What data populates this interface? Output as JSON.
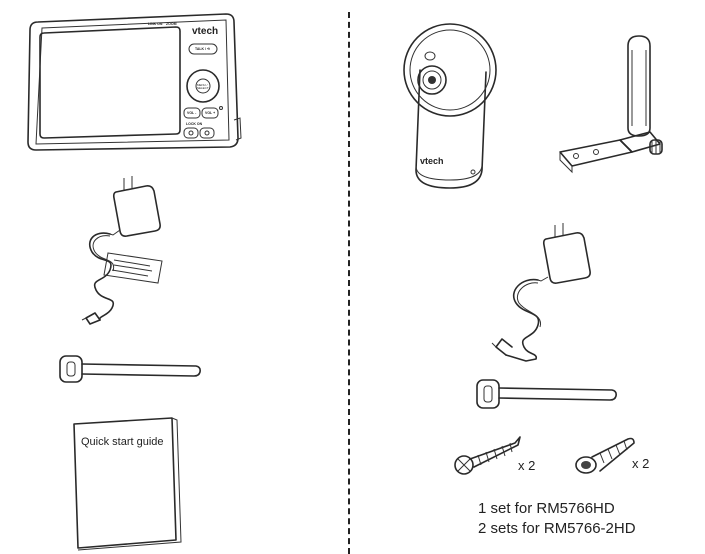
{
  "left": {
    "monitor": {
      "brand": "vtech",
      "top_labels": [
        "LINK ON",
        "ZOOM"
      ],
      "buttons": {
        "talk": "TALK / ⟲",
        "menu": "MENU / SELECT",
        "vol_minus": "VOL -",
        "vol_plus": "VOL +",
        "lockdown": "LOCK ON",
        "power_icon": "power-icon",
        "zoom_icon": "zoom-icon"
      }
    },
    "guide_title": "Quick start  guide"
  },
  "right": {
    "camera_brand": "vtech",
    "screw_qty": "x 2",
    "anchor_qty": "x 2",
    "sets_line1": "1 set for RM5766HD",
    "sets_line2": "2 sets for RM5766-2HD"
  }
}
